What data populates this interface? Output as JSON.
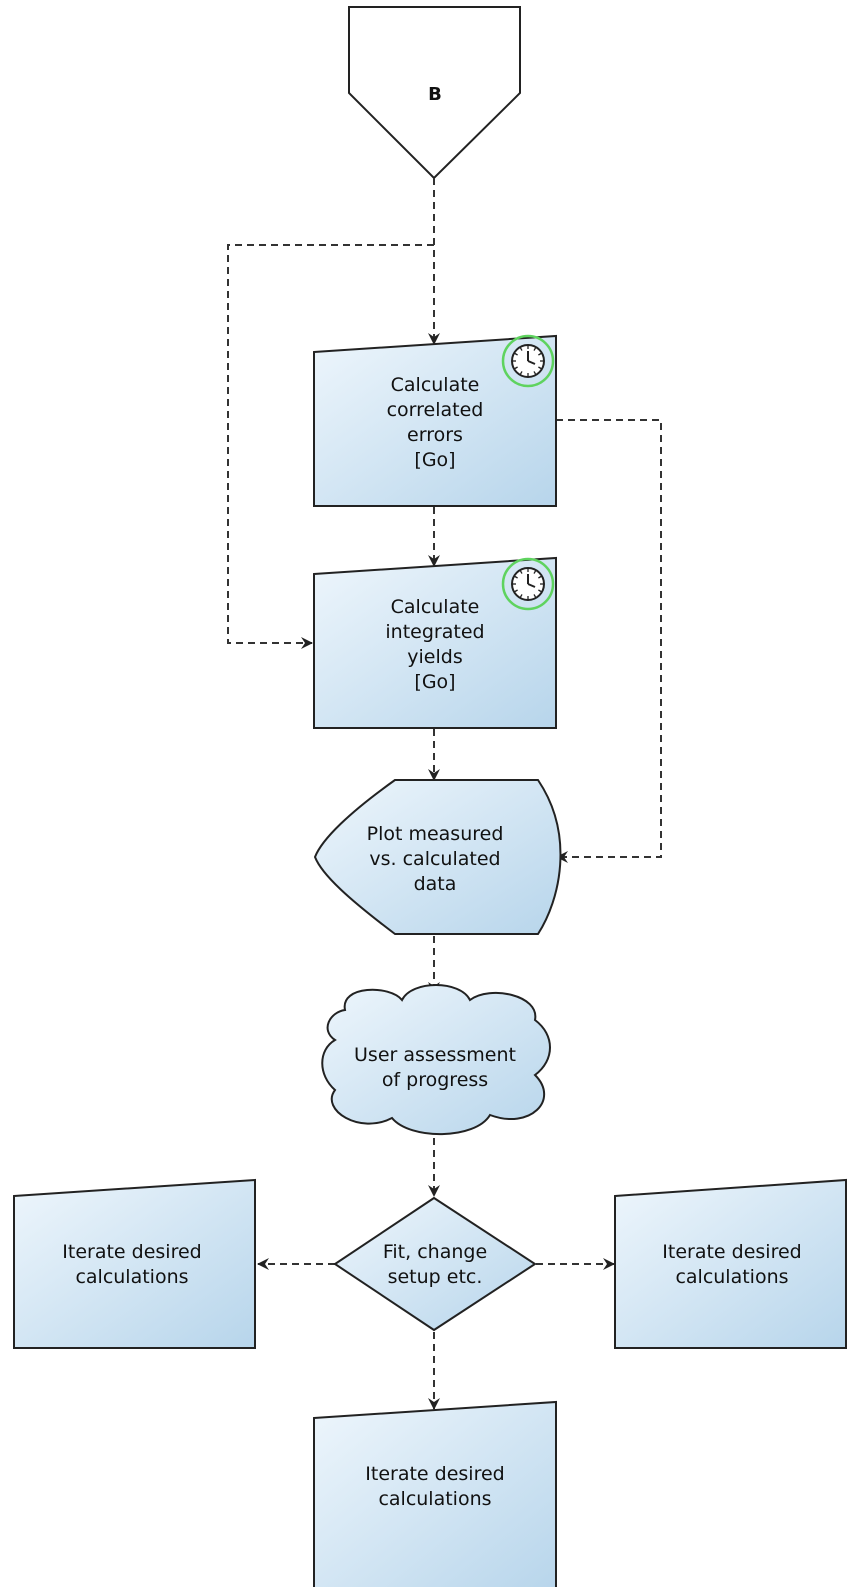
{
  "connector": {
    "label": "B"
  },
  "nodes": {
    "correlated_errors": {
      "lines": [
        "Calculate",
        "correlated",
        "errors",
        "[Go]"
      ]
    },
    "integrated_yields": {
      "lines": [
        "Calculate",
        "integrated",
        "yields",
        "[Go]"
      ]
    },
    "plot_data": {
      "lines": [
        "Plot measured",
        "vs. calculated",
        "data"
      ]
    },
    "user_assessment": {
      "lines": [
        "User assessment",
        "of progress"
      ]
    },
    "decision": {
      "lines": [
        "Fit, change",
        "setup etc."
      ]
    },
    "iterate_left": {
      "lines": [
        "Iterate desired",
        "calculations"
      ]
    },
    "iterate_right": {
      "lines": [
        "Iterate desired",
        "calculations"
      ]
    },
    "iterate_bottom": {
      "lines": [
        "Iterate desired",
        "calculations"
      ]
    }
  },
  "icons": [
    "clock-icon",
    "clock-icon"
  ],
  "colors": {
    "node_fill_light": "#eaf4fb",
    "node_fill_dark": "#b8d6ec",
    "stroke": "#222222",
    "clock_ring": "#5fd35f"
  }
}
